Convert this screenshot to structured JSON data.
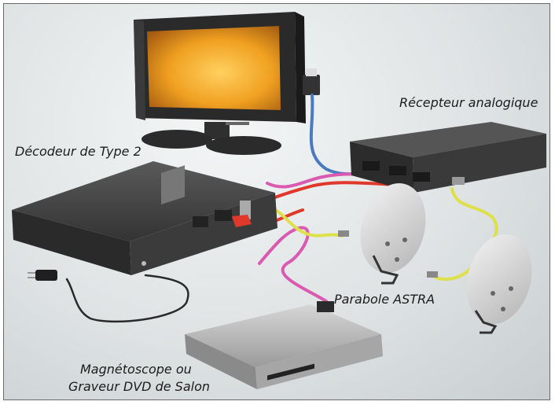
{
  "labels": {
    "decoder": "Décodeur de Type 2",
    "receiver": "Récepteur analogique",
    "dish": "Parabole ASTRA",
    "vcr_line1": "Magnétoscope ou",
    "vcr_line2": "Graveur DVD de Salon"
  },
  "colors": {
    "cable_blue": "#4a7ac0",
    "cable_pink": "#d95ab0",
    "cable_red": "#e0382a",
    "cable_yellow": "#dde04a",
    "cable_black": "#2a2a2a",
    "screen_orange": "#f2a020"
  }
}
